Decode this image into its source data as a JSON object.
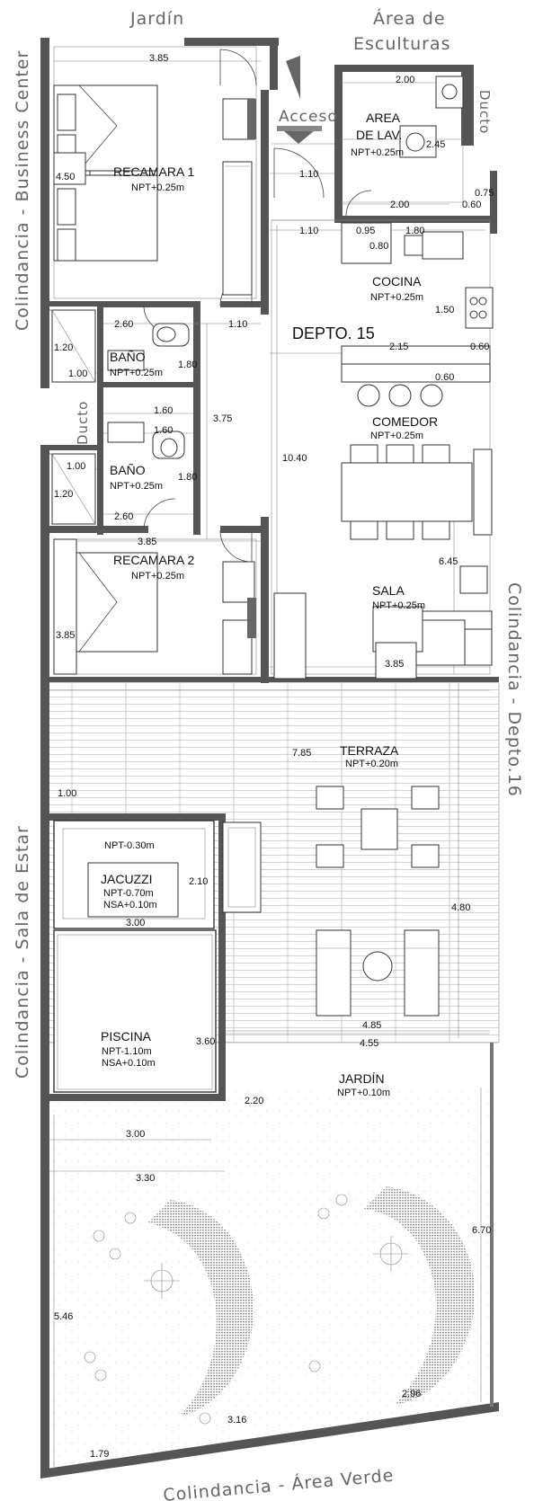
{
  "boundaries": {
    "top_left": "Jardín",
    "top_right_1": "Área de",
    "top_right_2": "Esculturas",
    "left_top": "Colindancia - Business Center",
    "left_bottom": "Colindancia - Sala de Estar",
    "right": "Colindancia - Depto.16",
    "bottom": "Colindancia - Área Verde",
    "ducto_top": "Ducto",
    "ducto_left": "Ducto"
  },
  "access_label": "Acceso",
  "unit_label": "DEPTO. 15",
  "rooms": {
    "recamara1": {
      "name": "RECAMARA 1",
      "npt": "NPT+0.25m"
    },
    "lavado": {
      "name1": "AREA",
      "name2": "DE LAV.",
      "npt": "NPT+0.25m"
    },
    "cocina": {
      "name": "COCINA",
      "npt": "NPT+0.25m"
    },
    "bano1": {
      "name": "BAÑO",
      "npt": "NPT+0.25m"
    },
    "bano2": {
      "name": "BAÑO",
      "npt": "NPT+0.25m"
    },
    "comedor": {
      "name": "COMEDOR",
      "npt": "NPT+0.25m"
    },
    "recamara2": {
      "name": "RECAMARA 2",
      "npt": "NPT+0.25m"
    },
    "sala": {
      "name": "SALA",
      "npt": "NPT+0.25m"
    },
    "terraza": {
      "name": "TERRAZA",
      "npt": "NPT+0.20m"
    },
    "jacuzzi": {
      "name": "JACUZZI",
      "npt_top": "NPT-0.30m",
      "npt": "NPT-0.70m",
      "nsa": "NSA+0.10m"
    },
    "piscina": {
      "name": "PISCINA",
      "npt": "NPT-1.10m",
      "nsa": "NSA+0.10m"
    },
    "jardin": {
      "name": "JARDÍN",
      "npt": "NPT+0.10m"
    }
  },
  "dimensions": {
    "d_385_top": "3.85",
    "d_450": "4.50",
    "d_200_top": "2.00",
    "d_245": "2.45",
    "d_110_acc": "1.10",
    "d_200_lav": "2.00",
    "d_060_lav": "0.60",
    "d_075": "0.75",
    "d_110_b": "1.10",
    "d_095": "0.95",
    "d_180_k": "1.80",
    "d_080": "0.80",
    "d_150": "1.50",
    "d_260_a": "2.60",
    "d_110_c": "1.10",
    "d_120_a": "1.20",
    "d_100_a": "1.00",
    "d_180_a": "1.80",
    "d_215": "2.15",
    "d_060_k": "0.60",
    "d_060_b": "0.60",
    "d_160_a": "1.60",
    "d_160_b": "1.60",
    "d_375": "3.75",
    "d_1040": "10.40",
    "d_100_b": "1.00",
    "d_120_b": "1.20",
    "d_180_b": "1.80",
    "d_260_b": "2.60",
    "d_385_mid": "3.85",
    "d_645": "6.45",
    "d_385_left": "3.85",
    "d_385_sala": "3.85",
    "d_785": "7.85",
    "d_100_t": "1.00",
    "d_210": "2.10",
    "d_300_a": "3.00",
    "d_480": "4.80",
    "d_360": "3.60",
    "d_485": "4.85",
    "d_455": "4.55",
    "d_220": "2.20",
    "d_300_b": "3.00",
    "d_330": "3.30",
    "d_670": "6.70",
    "d_546": "5.46",
    "d_296": "2.96",
    "d_316": "3.16",
    "d_179": "1.79"
  }
}
